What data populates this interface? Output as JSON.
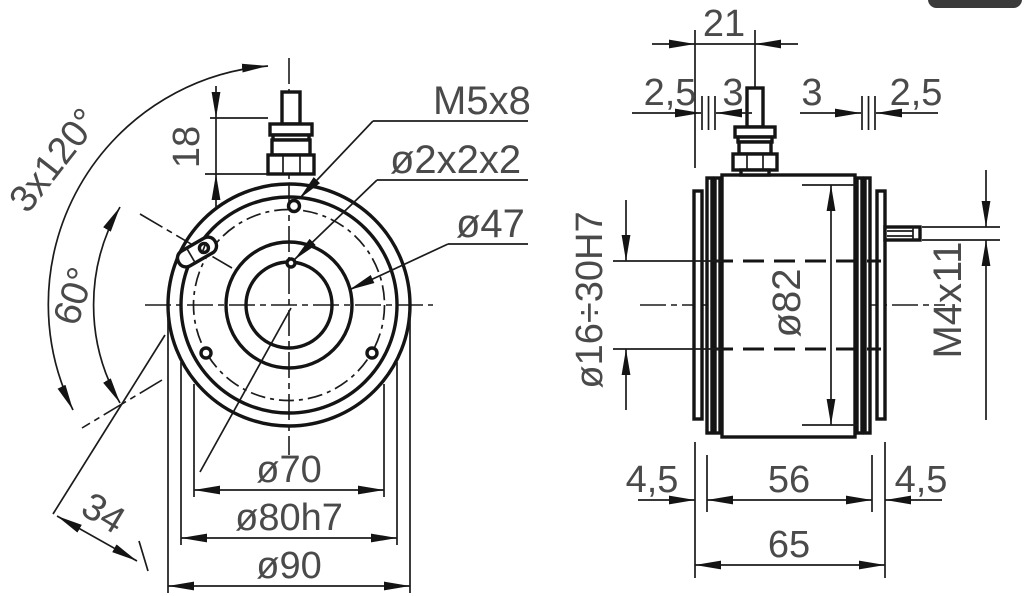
{
  "drawing": {
    "title": "brake-technical-drawing",
    "front_view": {
      "labels": {
        "angle_pattern": "3x120°",
        "angle_60": "60°",
        "terminal_height": "18",
        "thread_spec": "M5x8",
        "groove_spec": "ø2x2x2",
        "dia_47": "ø47",
        "dia_70": "ø70",
        "dia_80": "ø80h7",
        "dia_90": "ø90",
        "offset_34": "34"
      }
    },
    "side_view": {
      "labels": {
        "dim_21": "21",
        "dim_2_5_left": "2,5",
        "dim_3_left": "3",
        "dim_3_right": "3",
        "dim_2_5_right": "2,5",
        "bore_range": "ø16÷30H7",
        "dia_82": "ø82",
        "stud_spec": "M4x11",
        "dim_4_5_left": "4,5",
        "dim_56": "56",
        "dim_4_5_right": "4,5",
        "dim_65": "65"
      }
    },
    "colors": {
      "line": "#141414",
      "text": "#4a4a4a",
      "background": "#ffffff",
      "ui_tab": "#3a3a3a"
    }
  }
}
